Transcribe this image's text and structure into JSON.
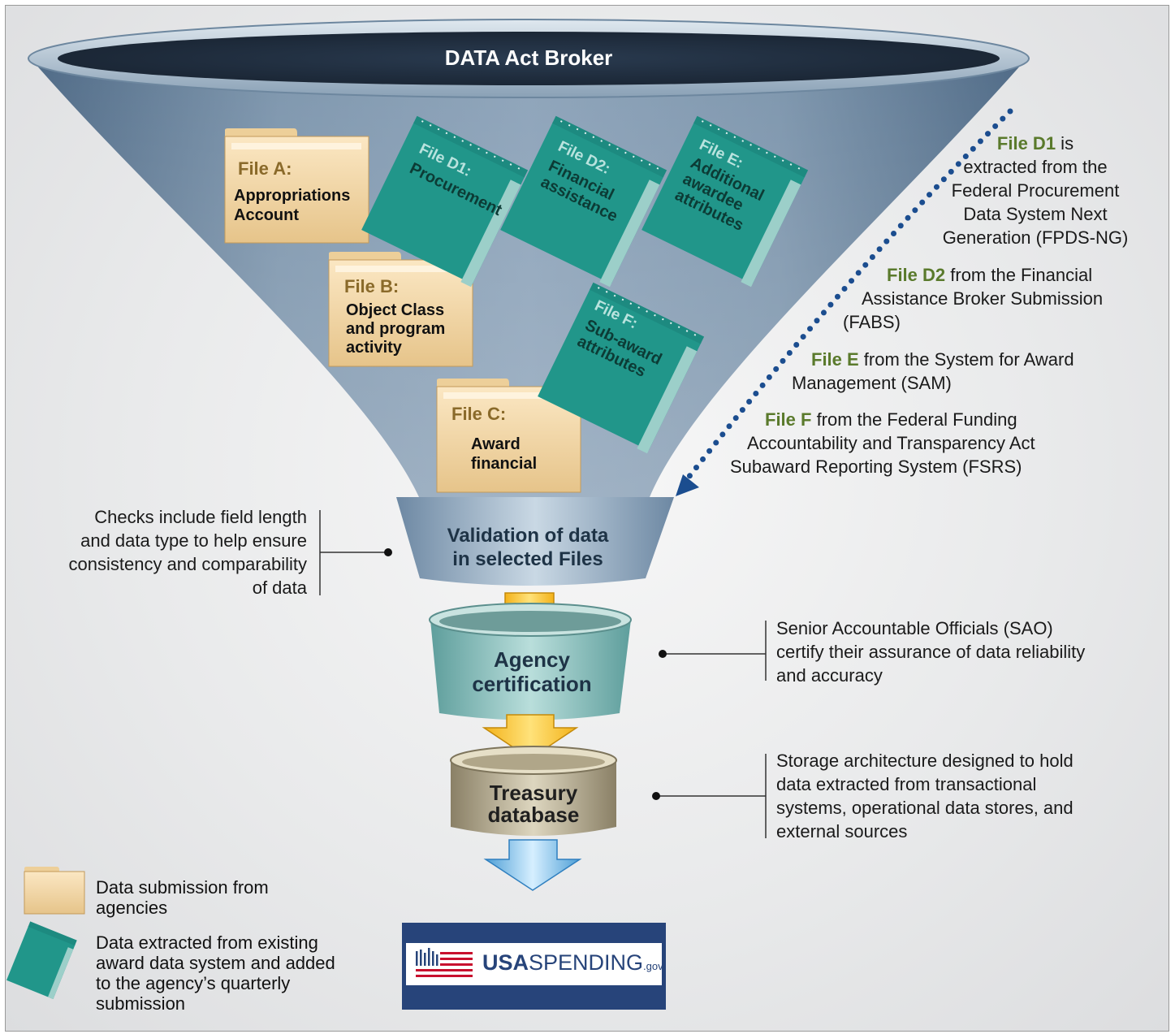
{
  "broker_title": "DATA Act Broker",
  "files": {
    "a": {
      "title": "File A:",
      "body": [
        "Appropriations",
        "Account"
      ]
    },
    "b": {
      "title": "File B:",
      "body": [
        "Object Class",
        "and program",
        "activity"
      ]
    },
    "c": {
      "title": "File C:",
      "body": [
        "Award",
        "financial"
      ]
    },
    "d1": {
      "title": "File D1:",
      "body": [
        "Procurement"
      ]
    },
    "d2": {
      "title": "File D2:",
      "body": [
        "Financial",
        "assistance"
      ]
    },
    "e": {
      "title": "File E:",
      "body": [
        "Additional",
        "awardee",
        "attributes"
      ]
    },
    "f": {
      "title": "File F:",
      "body": [
        "Sub-award",
        "attributes"
      ]
    }
  },
  "sources": {
    "d1": {
      "name": "File D1",
      "lines": [
        " is",
        "extracted from the",
        "Federal Procurement",
        "Data System Next",
        "Generation (FPDS-NG)"
      ]
    },
    "d2": {
      "name": "File D2",
      "lines": [
        " from the Financial",
        "Assistance Broker Submission",
        "(FABS)"
      ]
    },
    "e": {
      "name": "File E",
      "lines": [
        " from the System for Award",
        "Management (SAM)"
      ]
    },
    "f": {
      "name": "File F",
      "lines": [
        " from the Federal Funding",
        "Accountability and Transparency Act",
        "Subaward Reporting System (FSRS)"
      ]
    }
  },
  "validation": {
    "label": [
      "Validation of data",
      "in selected Files"
    ],
    "note": [
      "Checks include field length",
      "and data type to help ensure",
      "consistency and comparability",
      "of data"
    ]
  },
  "certification": {
    "label": [
      "Agency",
      "certification"
    ],
    "note": [
      "Senior Accountable Officials (SAO)",
      "certify their assurance of data reliability",
      "and accuracy"
    ]
  },
  "treasury": {
    "label": [
      "Treasury",
      "database"
    ],
    "note": [
      "Storage architecture designed to hold",
      "data extracted from transactional",
      "systems, operational data stores, and",
      "external sources"
    ]
  },
  "usaspending": {
    "bold": "USA",
    "light": "SPENDING",
    "suffix": ".gov"
  },
  "legend": {
    "submission": [
      "Data submission from",
      "agencies"
    ],
    "extracted": [
      "Data extracted from existing",
      "award data system and added",
      "to the agency’s quarterly",
      "submission"
    ]
  },
  "colors": {
    "funnel": "#6f8aa4",
    "folder": "#f0d4a2",
    "hanging_folder": "#21968a",
    "source_highlight": "#5a7a2c",
    "arrow_dots": "#1b4d8f",
    "treasury": "#a89f84",
    "usaspending_band": "#27447a"
  }
}
